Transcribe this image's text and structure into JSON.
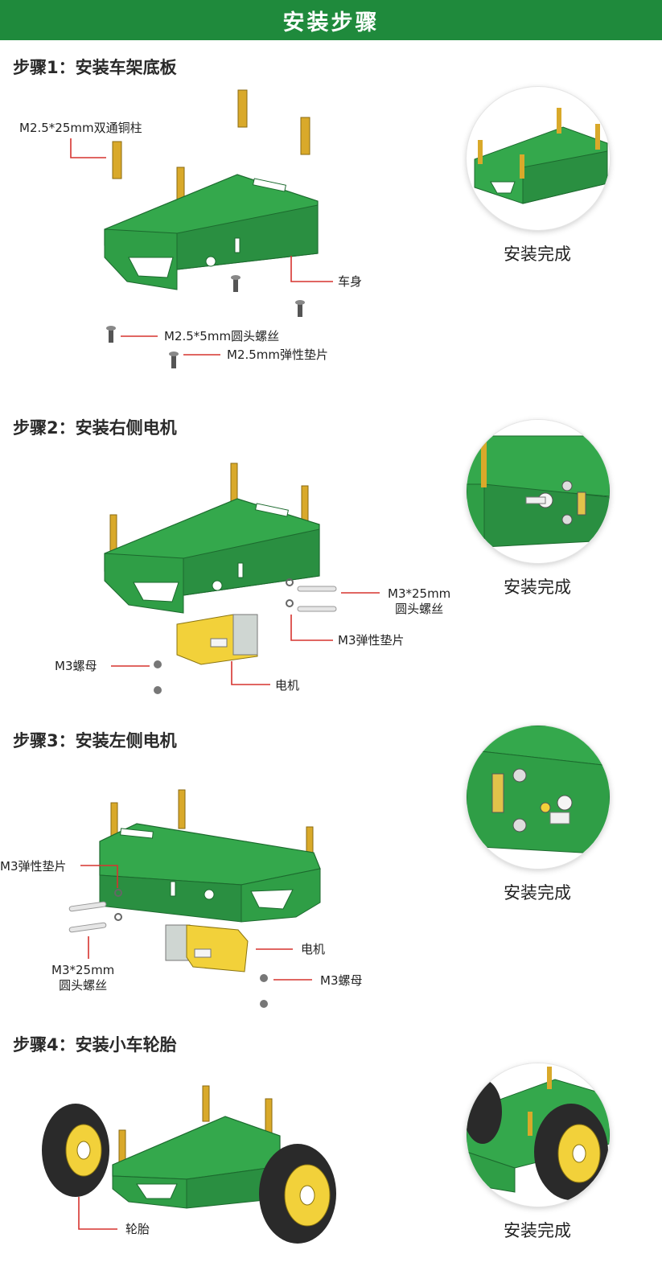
{
  "header": {
    "title": "安装步骤"
  },
  "steps": [
    {
      "title": "步骤1：安装车架底板",
      "callouts": {
        "standoff": "M2.5*25mm双通铜柱",
        "body": "车身",
        "screw": "M2.5*5mm圆头螺丝",
        "washer": "M2.5mm弹性垫片"
      },
      "done": "安装完成"
    },
    {
      "title": "步骤2：安装右侧电机",
      "callouts": {
        "screw_line1": "M3*25mm",
        "screw_line2": "圆头螺丝",
        "washer": "M3弹性垫片",
        "nut": "M3螺母",
        "motor": "电机"
      },
      "done": "安装完成"
    },
    {
      "title": "步骤3：安装左侧电机",
      "callouts": {
        "washer": "M3弹性垫片",
        "screw_line1": "M3*25mm",
        "screw_line2": "圆头螺丝",
        "motor": "电机",
        "nut": "M3螺母"
      },
      "done": "安装完成"
    },
    {
      "title": "步骤4：安装小车轮胎",
      "callouts": {
        "tire": "轮胎"
      },
      "done": "安装完成"
    }
  ],
  "colors": {
    "header_bg": "#1f8a3c",
    "chassis_green": "#2f9e46",
    "chassis_dark": "#1f7a34",
    "brass": "#d9a92a",
    "motor_yellow": "#f2d13a",
    "leader_red": "#d6332f"
  }
}
